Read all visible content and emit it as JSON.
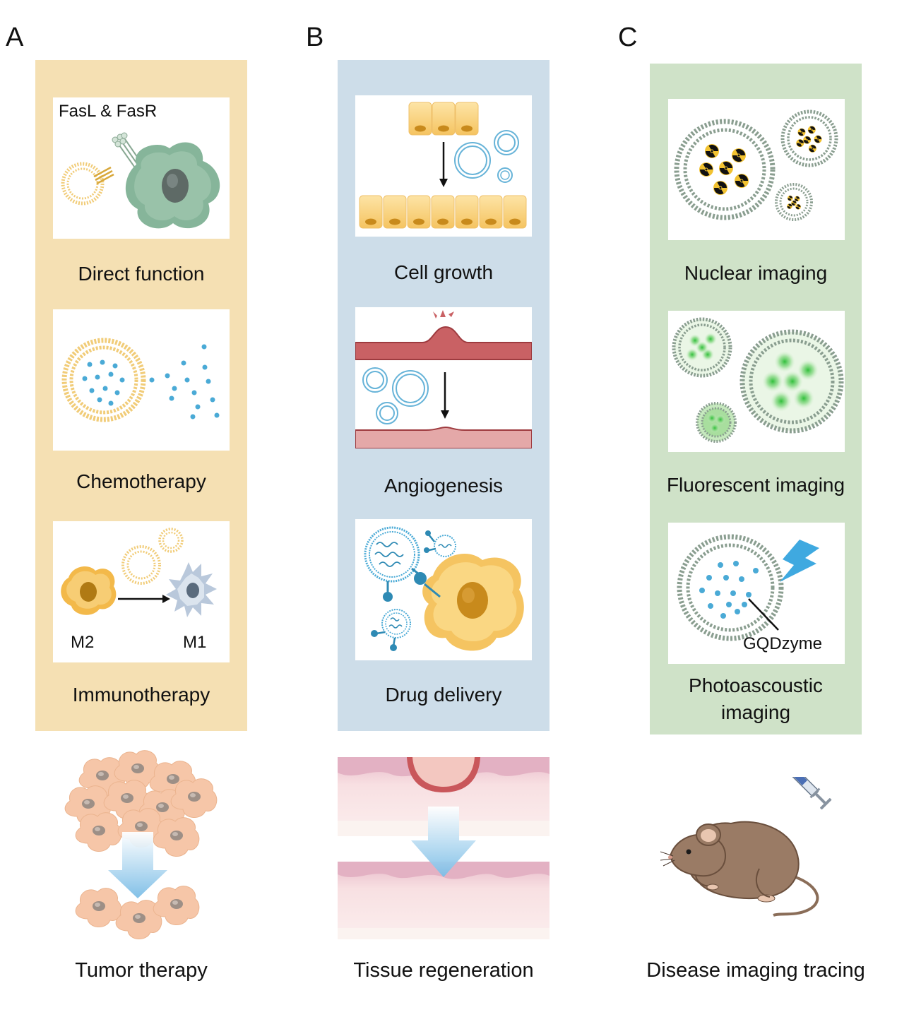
{
  "panels": [
    {
      "letter": "A",
      "color": "#f5e0b3",
      "cards": [
        {
          "caption": "Direct function",
          "label": "FasL & FasR"
        },
        {
          "caption": "Chemotherapy"
        },
        {
          "caption": "Immunotherapy",
          "label_left": "M2",
          "label_right": "M1"
        }
      ],
      "bottom": "Tumor therapy"
    },
    {
      "letter": "B",
      "color": "#cddde9",
      "cards": [
        {
          "caption": "Cell growth"
        },
        {
          "caption": "Angiogenesis"
        },
        {
          "caption": "Drug delivery"
        }
      ],
      "bottom": "Tissue regeneration"
    },
    {
      "letter": "C",
      "color": "#cfe2c8",
      "cards": [
        {
          "caption": "Nuclear imaging"
        },
        {
          "caption": "Fluorescent imaging"
        },
        {
          "caption_line1": "Photoascoustic",
          "caption_line2": "imaging",
          "label": "GQDzyme"
        }
      ],
      "bottom": "Disease imaging tracing"
    }
  ],
  "icons": {
    "radiation": "radiation-icon",
    "lightning": "lightning-icon",
    "syringe": "syringe-icon",
    "mouse": "mouse-icon"
  }
}
